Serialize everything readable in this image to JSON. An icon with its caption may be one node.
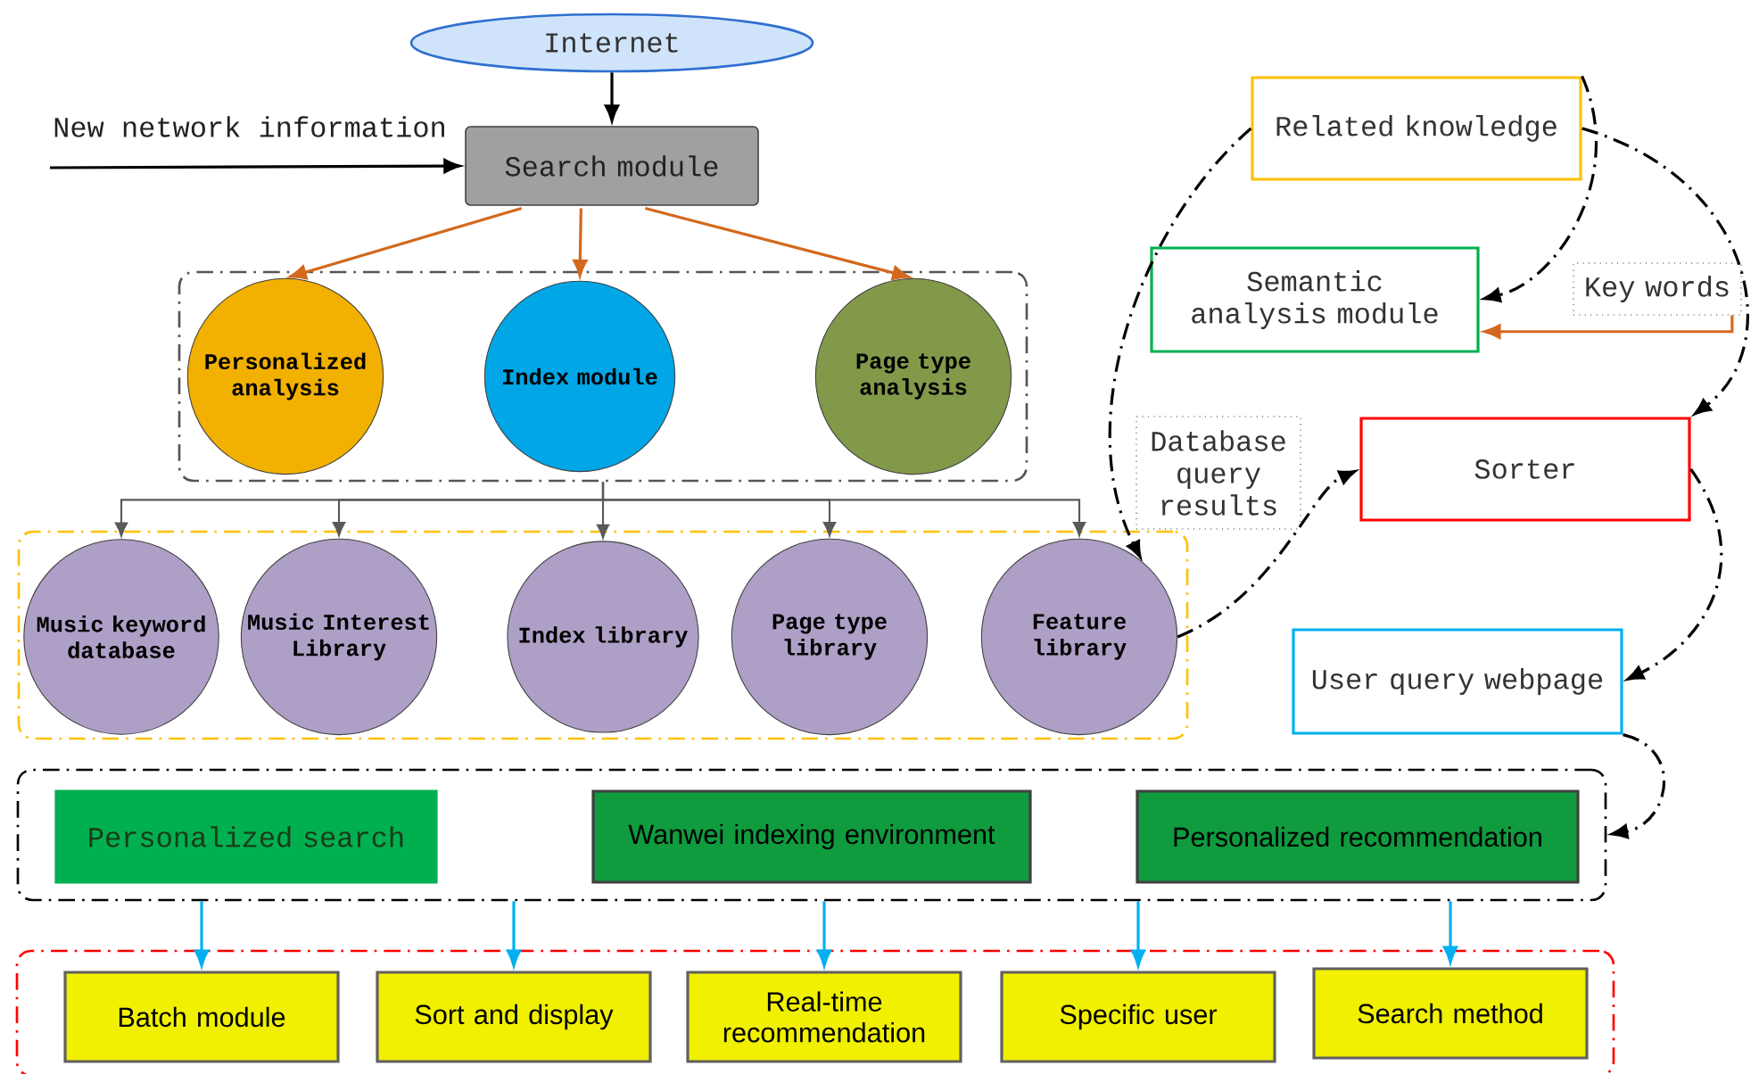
{
  "diagram": {
    "nodes": [
      {
        "text": [
          "Internet"
        ]
      },
      {
        "text": [
          "Search module"
        ]
      },
      {
        "text": [],
        "shape": "box"
      },
      {
        "text": [
          "Personalized analysis"
        ],
        "in": 2
      },
      {
        "text": [
          "Index module"
        ],
        "in": 2
      },
      {
        "text": [
          "Page type analysis"
        ],
        "in": 2
      },
      {
        "text": [],
        "shape": "box"
      },
      {
        "text": [
          "Music keyword database"
        ],
        "in": 6
      },
      {
        "text": [
          "Music Interest Library"
        ],
        "in": 6
      },
      {
        "text": [
          "Index library"
        ],
        "in": 6
      },
      {
        "text": [
          "Page type library"
        ],
        "in": 6
      },
      {
        "text": [
          "Feature library"
        ],
        "in": 6
      },
      {
        "text": [
          "Related knowledge"
        ]
      },
      {
        "text": [
          "Semantic analysis module"
        ]
      },
      {
        "text": [
          "Key words"
        ]
      },
      {
        "text": [
          "Sorter"
        ]
      },
      {
        "text": [
          "Database query results"
        ]
      },
      {
        "text": [
          "User query webpage"
        ]
      },
      {
        "text": [],
        "shape": "box"
      },
      {
        "text": [
          "Personalized search"
        ],
        "in": 18
      },
      {
        "text": [
          "Wanwei indexing environment"
        ],
        "in": 18
      },
      {
        "text": [
          "Personalized recommendation"
        ],
        "in": 18
      },
      {
        "text": [],
        "shape": "box"
      },
      {
        "text": [
          "Batch module"
        ],
        "in": 22
      },
      {
        "text": [
          "Sort and display"
        ],
        "in": 22
      },
      {
        "text": [
          "Real-time recommendation"
        ],
        "in": 22
      },
      {
        "text": [
          "Specific user"
        ],
        "in": 22
      },
      {
        "text": [
          "Search method"
        ],
        "in": 22
      }
    ],
    "edges": [
      {
        "from": 0,
        "to": 1,
        "arrow": "to"
      },
      {
        "from": null,
        "to": 1,
        "arrow": "to",
        "label": "New network information"
      },
      {
        "from": 1,
        "to": 3,
        "arrow": "to",
        "color": "#d2691e"
      },
      {
        "from": 1,
        "to": 4,
        "arrow": "to",
        "color": "#d2691e"
      },
      {
        "from": 1,
        "to": 5,
        "arrow": "to",
        "color": "#d2691e"
      },
      {
        "from": 2,
        "to": 7,
        "arrow": "to",
        "color": "#595959"
      },
      {
        "from": 2,
        "to": 8,
        "arrow": "to",
        "color": "#595959"
      },
      {
        "from": 2,
        "to": 9,
        "arrow": "to",
        "color": "#595959"
      },
      {
        "from": 2,
        "to": 10,
        "arrow": "to",
        "color": "#595959"
      },
      {
        "from": 2,
        "to": 11,
        "arrow": "to",
        "color": "#595959"
      },
      {
        "from": 12,
        "to": 11,
        "arrow": "to",
        "style": "dashed"
      },
      {
        "from": 12,
        "to": 13,
        "arrow": "to",
        "style": "dashed"
      },
      {
        "from": 12,
        "to": 15,
        "arrow": "to",
        "style": "dashed"
      },
      {
        "from": 14,
        "to": 13,
        "arrow": "to",
        "color": "#d2691e"
      },
      {
        "from": 11,
        "to": 15,
        "arrow": "to",
        "style": "dashed"
      },
      {
        "from": 15,
        "to": 17,
        "arrow": "to",
        "style": "dashed"
      },
      {
        "from": 17,
        "to": 18,
        "arrow": "to",
        "style": "dashed"
      },
      {
        "from": 18,
        "to": 23,
        "arrow": "to",
        "color": "#00b0f0"
      },
      {
        "from": 18,
        "to": 24,
        "arrow": "to",
        "color": "#00b0f0"
      },
      {
        "from": 18,
        "to": 25,
        "arrow": "to",
        "color": "#00b0f0"
      },
      {
        "from": 18,
        "to": 26,
        "arrow": "to",
        "color": "#00b0f0"
      },
      {
        "from": 18,
        "to": 27,
        "arrow": "to",
        "color": "#00b0f0"
      }
    ]
  }
}
